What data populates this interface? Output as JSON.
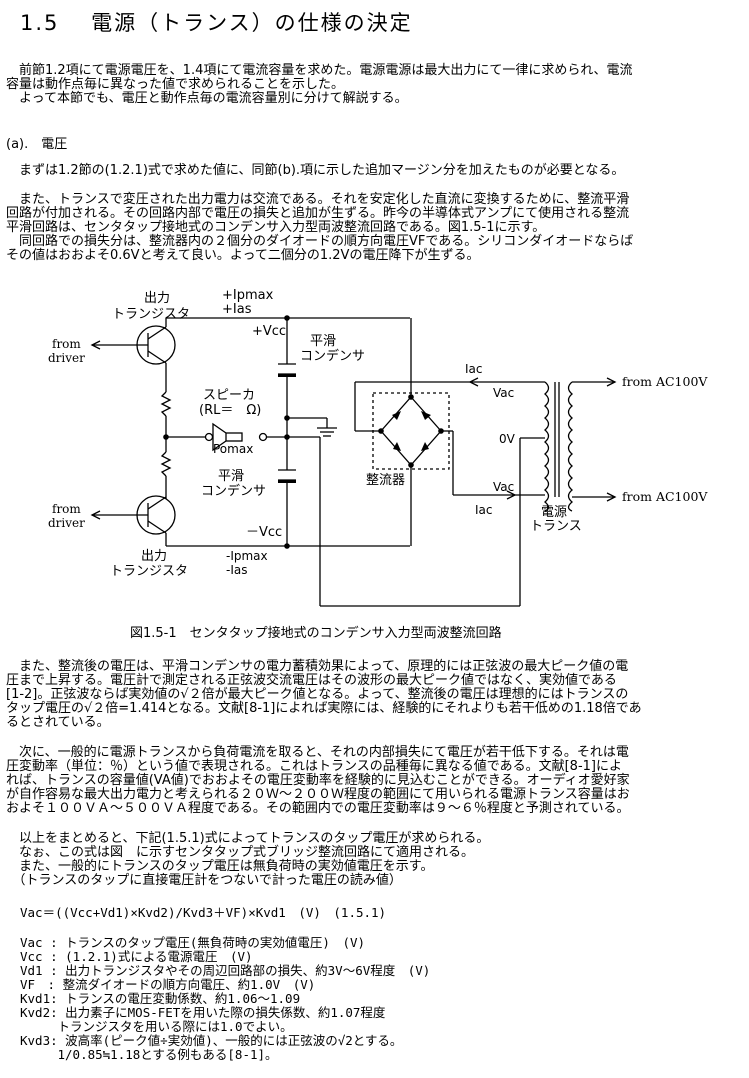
{
  "heading": "1.5　 電源（トランス）の仕様の決定",
  "intro": [
    "　前節1.2項にて電源電圧を、1.4項にて電流容量を求めた。電源電源は最大出力にて一律に求められ、電流",
    "容量は動作点毎に異なった値で求められることを示した。",
    "　よって本節でも、電圧と動作点毎の電流容量別に分けて解説する。"
  ],
  "section_a": "(a).　電圧",
  "para_a1": "　まずは1.2節の(1.2.1)式で求めた値に、同節(b).項に示した追加マージン分を加えたものが必要となる。",
  "para_a2": [
    "　また、トランスで変圧された出力電力は交流である。それを安定化した直流に変換するために、整流平滑",
    "回路が付加される。その回路内部で電圧の損失と追加が生ずる。昨今の半導体式アンプにて使用される整流",
    "平滑回路は、センタタップ接地式のコンデンサ入力型両波整流回路である。図1.5-1に示す。",
    "　同回路での損失分は、整流器内の２個分のダイオードの順方向電圧VFである。シリコンダイオードならば",
    "その値はおおよそ0.6Vと考えて良い。よって二個分の1.2Vの電圧降下が生ずる。"
  ],
  "figure": {
    "output_transistor": "出力",
    "transistor": "トランジスタ",
    "ipmax_pos": "+Ipmax",
    "ias_pos": "+Ias",
    "vcc_pos": "+Vcc",
    "smoothing": "平滑",
    "capacitor": "コンデンサ",
    "from_driver_1": "from",
    "from_driver_2": "driver",
    "speaker": "スピーカ",
    "rl": "(RL＝　Ω)",
    "pomax": "Pomax",
    "rectifier": "整流器",
    "iac": "Iac",
    "vac": "Vac",
    "zero_v": "0V",
    "from_ac100v": "from AC100V",
    "power": "電源",
    "transformer": "トランス",
    "vcc_neg": "－Vcc",
    "ipmax_neg": "-Ipmax",
    "ias_neg": "-Ias",
    "caption": "図1.5-1　センタタップ接地式のコンデンサ入力型両波整流回路"
  },
  "para_b": [
    "　また、整流後の電圧は、平滑コンデンサの電力蓄積効果によって、原理的には正弦波の最大ピーク値の電",
    "圧まで上昇する。電圧計で測定される正弦波交流電圧はその波形の最大ピーク値ではなく、実効値である",
    "[1-2]。正弦波ならば実効値の√２倍が最大ピーク値となる。よって、整流後の電圧は理想的にはトランスの",
    "タップ電圧の√２倍=1.414となる。文献[8-1]によれば実際には、経験的にそれよりも若干低めの1.18倍であ",
    "るとされている。"
  ],
  "para_c": [
    "　次に、一般的に電源トランスから負荷電流を取ると、それの内部損失にて電圧が若干低下する。それは電",
    "圧変動率（単位：％）という値で表現される。これはトランスの品種毎に異なる値である。文献[8-1]によ",
    "れば、トランスの容量値(VA値)でおおよその電圧変動率を経験的に見込むことができる。オーディオ愛好家",
    "が自作容易な最大出力電力と考えられる２０Ｗ～２００Ｗ程度の範囲にて用いられる電源トランス容量はお",
    "およそ１００ＶＡ～５００ＶＡ程度である。その範囲内での電圧変動率は９～６％程度と予測されている。"
  ],
  "para_d": [
    "　以上をまとめると、下記(1.5.1)式によってトランスのタップ電圧が求められる。",
    "　なぉ、この式は図　に示すセンタタップ式ブリッジ整流回路にて適用される。",
    "　また、一般的にトランスのタップ電圧は無負荷時の実効値電圧を示す。",
    "　（トランスのタップに直接電圧計をつないで計った電圧の読み値）"
  ],
  "formula": "Vac＝((Vcc+Vd1)×Kvd2)/Kvd3＋VF)×Kvd1　(V)　(1.5.1)",
  "definitions": [
    "Vac : トランスのタップ電圧(無負荷時の実効値電圧)　(V)",
    "Vcc : (1.2.1)式による電源電圧　(V)",
    "Vd1 : 出力トランジスタやその周辺回路部の損失、約3V～6V程度　(V)",
    "VF　: 整流ダイオードの順方向電圧、約1.0V　(V)",
    "Kvd1: トランスの電圧変動係数、約1.06～1.09",
    "Kvd2: 出力素子にMOS-FETを用いた際の損失係数、約1.07程度",
    "　　　トランジスタを用いる際には1.0でよい。",
    "Kvd3: 波高率(ピーク値÷実効値)、一般的には正弦波の√2とする。",
    "　　　1/0.85≒1.18とする例もある[8-1]。"
  ]
}
